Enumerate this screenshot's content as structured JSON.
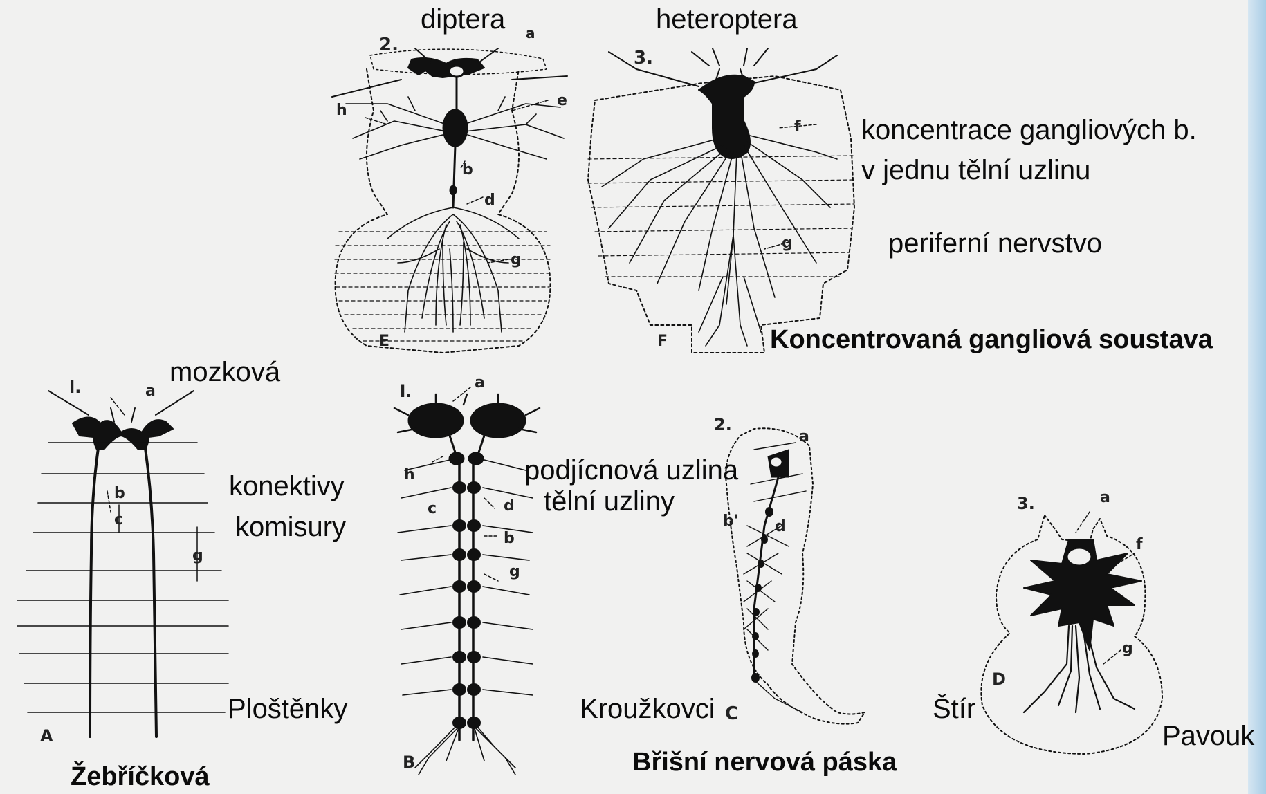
{
  "labels": {
    "diptera": "diptera",
    "heteroptera": "heteroptera",
    "koncentrace_line1": "koncentrace gangliových b.",
    "koncentrace_line2": "v jednu tělní uzlinu",
    "periferni": "periferní nervstvo",
    "koncentrovana": "Koncentrovaná gangliová soustava",
    "mozkova": "mozková",
    "konektivy": "konektivy",
    "komisury": "komisury",
    "podjicnova": "podjícnová uzlina",
    "telni_uzliny": "tělní uzliny",
    "plostenky": "Ploštěnky",
    "krouzkovci": "Kroužkovci",
    "stir": "Štír",
    "pavouk": "Pavouk",
    "zebrickova": "Žebříčková",
    "bris_paska": "Břišní nervová páska"
  },
  "figure_letters": {
    "E": "E",
    "F": "F",
    "A": "A",
    "B": "B",
    "C": "C",
    "D": "D",
    "n2_top": "2.",
    "n3_top": "3.",
    "n1_left": "l.",
    "n1_mid": "l.",
    "n2_bot": "2.",
    "n3_bot": "3.",
    "a": "a",
    "b": "b",
    "c": "c",
    "d": "d",
    "e": "e",
    "f": "f",
    "g": "g",
    "h": "h",
    "b_prime": "b'"
  }
}
